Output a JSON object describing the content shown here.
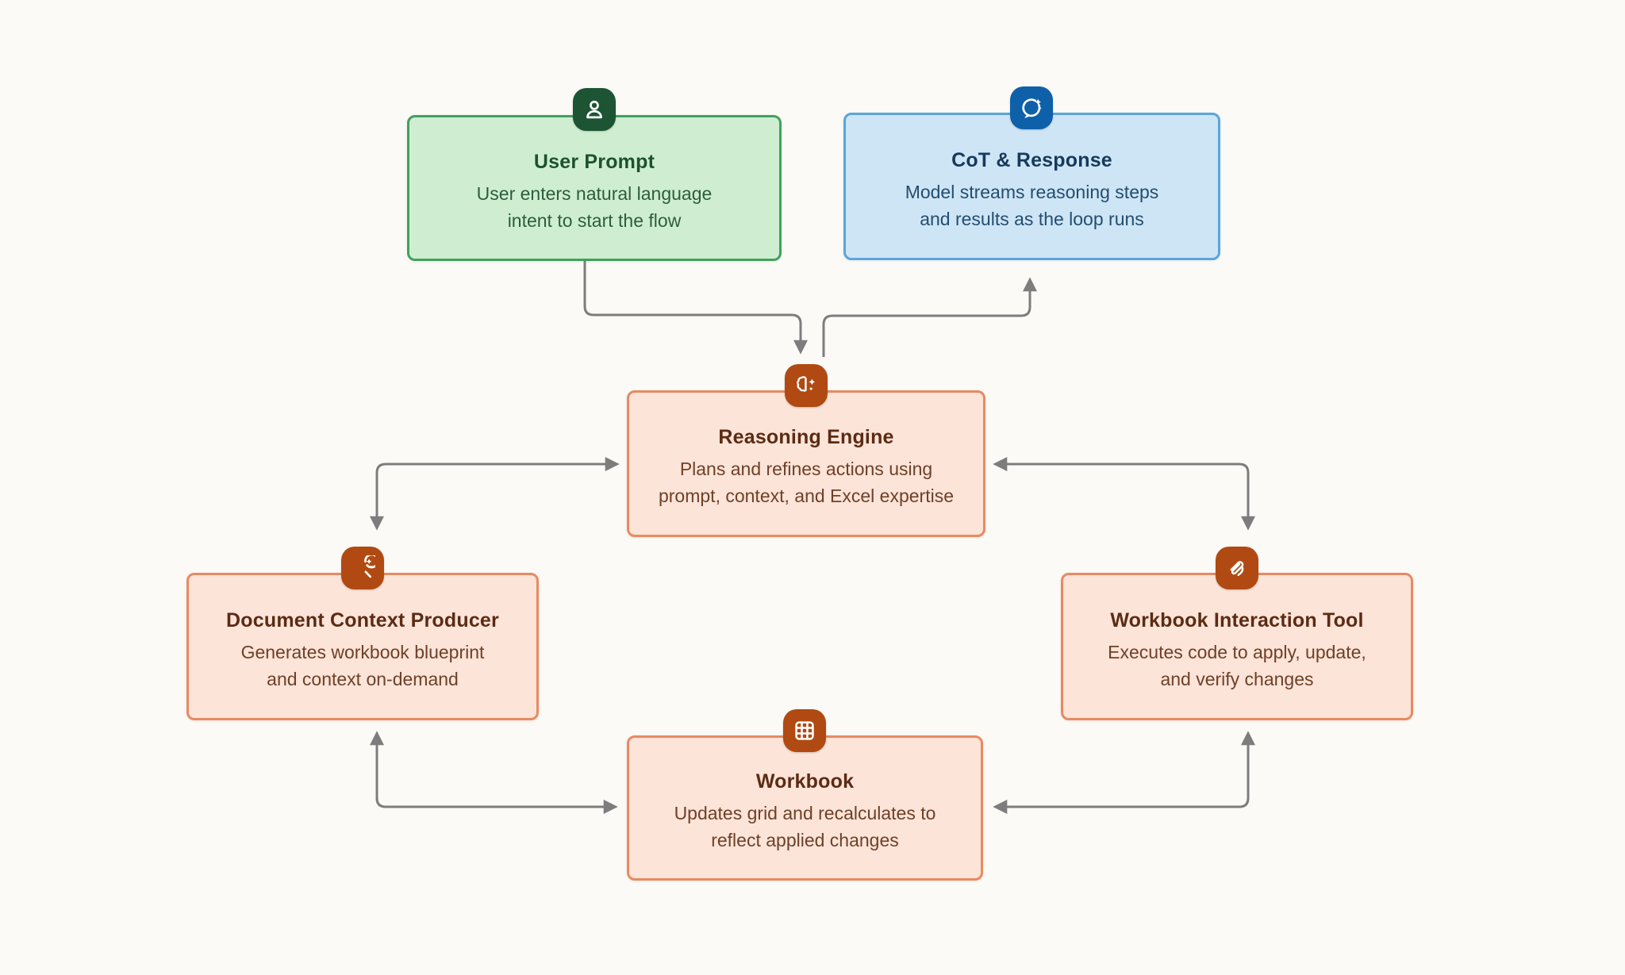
{
  "diagram": {
    "background": "#fbfaf6",
    "arrow_color": "#7d7d7d",
    "nodes": {
      "user_prompt": {
        "title": "User Prompt",
        "desc1": "User enters natural language",
        "desc2": "intent to start the flow",
        "icon": "person-icon",
        "fill": "#cfeed1",
        "border": "#41a15e",
        "badge": "#1c5434",
        "title_color": "#1d5130",
        "text_color": "#2d5c3e"
      },
      "cot_response": {
        "title": "CoT & Response",
        "desc1": "Model streams reasoning steps",
        "desc2": "and results as the loop runs",
        "icon": "chat-sparkle-icon",
        "fill": "#cee5f5",
        "border": "#58a6dc",
        "badge": "#0e60a9",
        "title_color": "#16395c",
        "text_color": "#234d70"
      },
      "reasoning_engine": {
        "title": "Reasoning Engine",
        "desc1": "Plans and refines actions using",
        "desc2": "prompt, context, and Excel expertise",
        "icon": "brain-sparkle-icon",
        "fill": "#fce4d8",
        "border": "#e88a62",
        "badge": "#b04a12",
        "title_color": "#5c2b13",
        "text_color": "#6f4028"
      },
      "document_context_producer": {
        "title": "Document Context Producer",
        "desc1": "Generates workbook blueprint",
        "desc2": "and context on-demand",
        "icon": "search-sparkle-icon",
        "fill": "#fce4d8",
        "border": "#e88a62",
        "badge": "#b04a12",
        "title_color": "#5c2b13",
        "text_color": "#6f4028"
      },
      "workbook_interaction_tool": {
        "title": "Workbook Interaction Tool",
        "desc1": "Executes code to apply, update,",
        "desc2": "and verify changes",
        "icon": "scribble-icon",
        "fill": "#fce4d8",
        "border": "#e88a62",
        "badge": "#b04a12",
        "title_color": "#5c2b13",
        "text_color": "#6f4028"
      },
      "workbook": {
        "title": "Workbook",
        "desc1": "Updates grid and recalculates to",
        "desc2": "reflect applied changes",
        "icon": "grid-icon",
        "fill": "#fce4d8",
        "border": "#e88a62",
        "badge": "#b04a12",
        "title_color": "#5c2b13",
        "text_color": "#6f4028"
      }
    },
    "edges": [
      {
        "from": "user_prompt",
        "to": "reasoning_engine",
        "bidirectional": false
      },
      {
        "from": "reasoning_engine",
        "to": "cot_response",
        "bidirectional": false
      },
      {
        "from": "reasoning_engine",
        "to": "document_context_producer",
        "bidirectional": true
      },
      {
        "from": "reasoning_engine",
        "to": "workbook_interaction_tool",
        "bidirectional": true
      },
      {
        "from": "document_context_producer",
        "to": "workbook",
        "bidirectional": true
      },
      {
        "from": "workbook",
        "to": "workbook_interaction_tool",
        "bidirectional": true
      }
    ]
  }
}
